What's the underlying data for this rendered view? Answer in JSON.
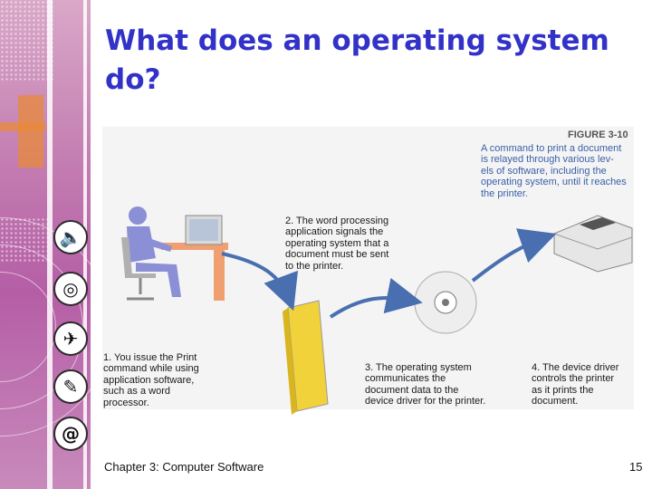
{
  "slide": {
    "title": "What does an operating system do?",
    "footer": "Chapter 3: Computer Software",
    "page_number": "15"
  },
  "figure": {
    "label": "FIGURE 3-10",
    "caption": "A command to print a document\nis relayed through various lev-\nels of software, including the\noperating system, until it reaches\nthe printer.",
    "steps": [
      {
        "text": "1. You issue the Print\ncommand while using\napplication software,\nsuch as a word\nprocessor."
      },
      {
        "text": "2. The word processing\napplication signals the\noperating system that a\ndocument must be sent\nto the printer."
      },
      {
        "text": "3. The operating system\ncommunicates the\ndocument data to the\ndevice driver for the printer."
      },
      {
        "text": "4. The device driver\ncontrols the printer\nas it prints the\ndocument."
      }
    ]
  },
  "colors": {
    "title": "#3232c8",
    "arrow": "#4a6fb0",
    "person": "#8a8fd6",
    "desk": "#f0a070",
    "tower": "#f2d23a"
  },
  "icons": [
    "speaker-icon",
    "cd-icon",
    "airplane-icon",
    "pencil-icon",
    "at-sign-icon"
  ]
}
